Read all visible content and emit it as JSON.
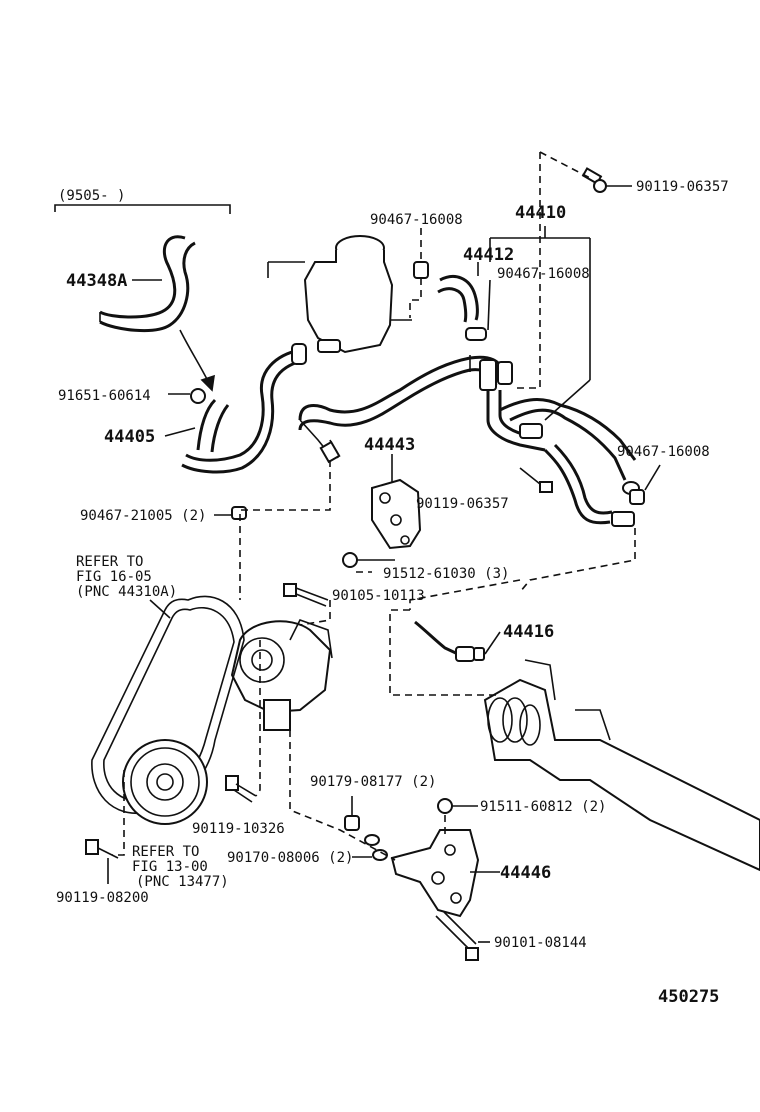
{
  "diagram": {
    "range_label": "(9505-      )",
    "figure_number": "450275"
  },
  "parts": [
    {
      "id": "p-90119-06357-top",
      "text": "90119-06357"
    },
    {
      "id": "p-44410",
      "text": "44410"
    },
    {
      "id": "p-90467-16008-a",
      "text": "90467-16008"
    },
    {
      "id": "p-44412",
      "text": "44412"
    },
    {
      "id": "p-90467-16008-b",
      "text": "90467-16008"
    },
    {
      "id": "p-44348a",
      "text": "44348A"
    },
    {
      "id": "p-91651-60614",
      "text": "91651-60614"
    },
    {
      "id": "p-44405",
      "text": "44405"
    },
    {
      "id": "p-90467-21005",
      "text": "90467-21005 (2)"
    },
    {
      "id": "p-44443",
      "text": "44443"
    },
    {
      "id": "p-90119-06357-mid",
      "text": "90119-06357"
    },
    {
      "id": "p-90467-16008-c",
      "text": "90467-16008"
    },
    {
      "id": "p-91512-61030",
      "text": "91512-61030 (3)"
    },
    {
      "id": "p-90105-10113",
      "text": "90105-10113"
    },
    {
      "id": "p-44416",
      "text": "44416"
    },
    {
      "id": "p-90179-08177",
      "text": "90179-08177 (2)"
    },
    {
      "id": "p-91511-60812",
      "text": "91511-60812 (2)"
    },
    {
      "id": "p-90119-10326",
      "text": "90119-10326"
    },
    {
      "id": "p-90170-08006",
      "text": "90170-08006 (2)"
    },
    {
      "id": "p-44446",
      "text": "44446"
    },
    {
      "id": "p-90119-08200",
      "text": "90119-08200"
    },
    {
      "id": "p-90101-08144",
      "text": "90101-08144"
    }
  ],
  "refs": {
    "belt_line1": "REFER TO",
    "belt_line2": "FIG 16-05",
    "belt_line3": "(PNC 44310A)",
    "pulley_line1": "REFER TO",
    "pulley_line2": "FIG 13-00",
    "pulley_line3": "(PNC 13477)"
  }
}
